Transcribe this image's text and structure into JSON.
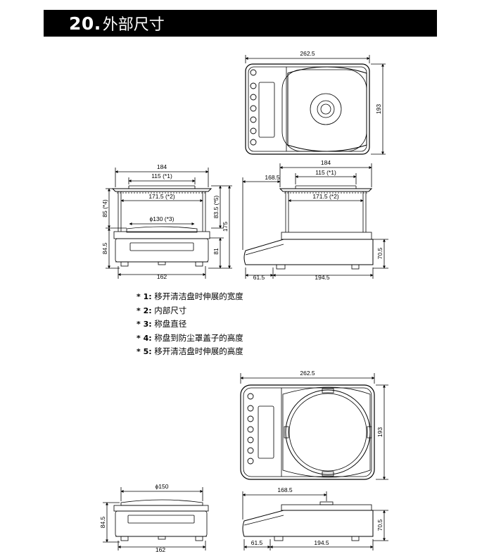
{
  "header": {
    "number": "20.",
    "title": "外部尺寸"
  },
  "dims": {
    "top_width": "262.5",
    "top_depth": "193",
    "w184": "184",
    "w115": "115 (*1)",
    "w171": "171.5 (*2)",
    "pan130": "ϕ130  (*3)",
    "h85": "85 (*4)",
    "h845": "84.5",
    "w162": "162",
    "h835": "83.5 (*5)",
    "h175": "175",
    "h81": "81",
    "d1685": "168.5",
    "h705": "70.5",
    "d615": "61.5",
    "d1945": "194.5",
    "pan150": "ϕ150"
  },
  "notes": [
    {
      "mark": "* 1:",
      "text": "移开清洁盘时伸展的宽度"
    },
    {
      "mark": "* 2:",
      "text": "内部尺寸"
    },
    {
      "mark": "* 3:",
      "text": "称盘直径"
    },
    {
      "mark": "* 4:",
      "text": "称盘到防尘罩盖子的高度"
    },
    {
      "mark": "* 5:",
      "text": "移开清洁盘时伸展的高度"
    }
  ]
}
